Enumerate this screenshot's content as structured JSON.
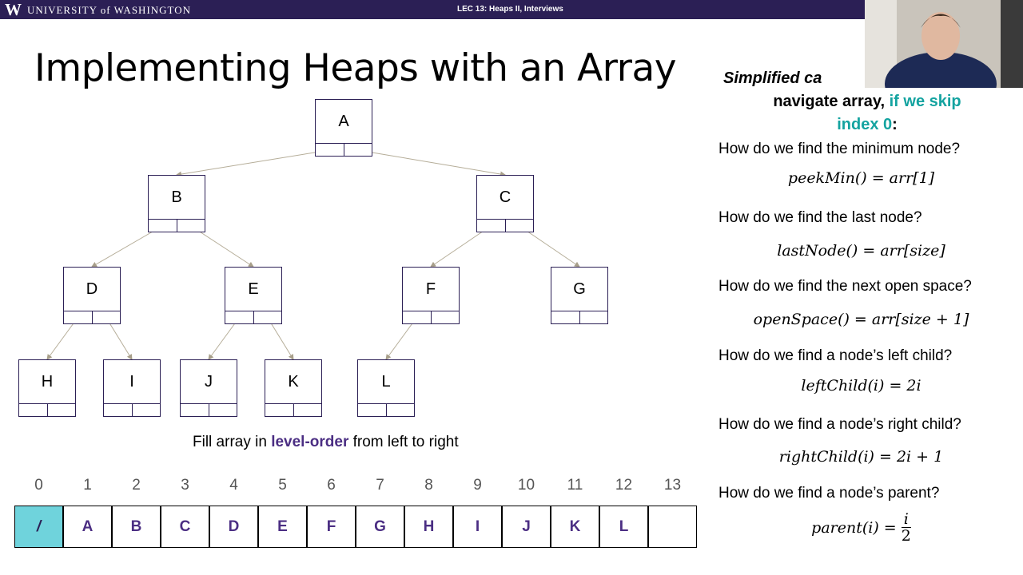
{
  "header": {
    "logo": "W",
    "university": "UNIVERSITY of WASHINGTON",
    "lecture": "LEC 13: Heaps II, Interviews"
  },
  "slide": {
    "title": "Implementing Heaps with an Array",
    "nodes": [
      "A",
      "B",
      "C",
      "D",
      "E",
      "F",
      "G",
      "H",
      "I",
      "J",
      "K",
      "L"
    ],
    "fill_prefix": "Fill array in ",
    "fill_highlight": "level-order",
    "fill_suffix": " from left to right",
    "array": {
      "indices": [
        "0",
        "1",
        "2",
        "3",
        "4",
        "5",
        "6",
        "7",
        "8",
        "9",
        "10",
        "11",
        "12",
        "13"
      ],
      "values": [
        "/",
        "A",
        "B",
        "C",
        "D",
        "E",
        "F",
        "G",
        "H",
        "I",
        "J",
        "K",
        "L",
        ""
      ],
      "skip_color": "#6fd3dc"
    },
    "intro": {
      "italic": "Simplified ca",
      "line2": "navigate array, ",
      "teal": "if we skip index 0",
      "colon": ":"
    },
    "questions": [
      {
        "q": "How do we find the minimum node?",
        "f": "peekMin() = arr[1]"
      },
      {
        "q": "How do we find the last node?",
        "f": "lastNode() = arr[size]"
      },
      {
        "q": "How do we find the next open space?",
        "f": "openSpace() = arr[size + 1]"
      },
      {
        "q": "How do we find a node’s left child?",
        "f": "leftChild(i) = 2i"
      },
      {
        "q": "How do we find a node’s right child?",
        "f": "rightChild(i) = 2i + 1"
      },
      {
        "q": "How do we find a node’s parent?",
        "f": "parent(i) = i / 2"
      }
    ],
    "parent_formula": {
      "lhs": "parent(i) = ",
      "num": "i",
      "den": "2"
    }
  },
  "colors": {
    "header": "#2b1f55",
    "accent": "#4b2e83",
    "teal": "#14a3a0"
  }
}
